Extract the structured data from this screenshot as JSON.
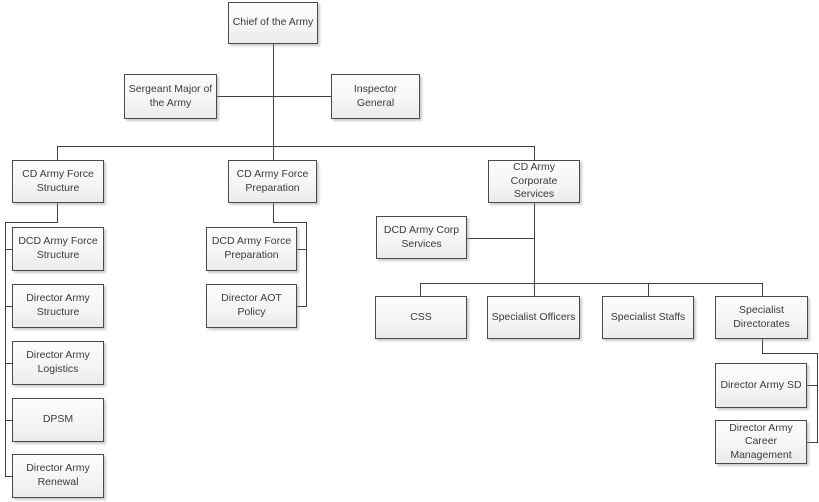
{
  "diagram": {
    "type": "org-chart",
    "colors": {
      "background": "#ffffff",
      "box_border": "#4a4a4a",
      "box_fill_top": "#fdfdfd",
      "box_fill_bottom": "#ebebeb",
      "connector_line": "#404040",
      "text": "#3b3b3b"
    },
    "nodes": {
      "chief": "Chief of the Army",
      "sergeant_major": "Sergeant Major of the Army",
      "inspector_general": "Inspector General",
      "cd_force_structure": "CD Army Force Structure",
      "cd_force_preparation": "CD Army Force Preparation",
      "cd_corporate_services": "CD Army Corporate Services",
      "dcd_force_structure": "DCD Army Force Structure",
      "dir_army_structure": "Director Army Structure",
      "dir_army_logistics": "Director Army Logistics",
      "dpsm": "DPSM",
      "dir_army_renewal": "Director Army Renewal",
      "dcd_force_preparation": "DCD Army Force Preparation",
      "dir_aot_policy": "Director AOT Policy",
      "dcd_corp_services": "DCD Army Corp Services",
      "css": "CSS",
      "specialist_officers": "Specialist Officers",
      "specialist_staffs": "Specialist Staffs",
      "specialist_directorates": "Specialist Directorates",
      "dir_army_sd": "Director Army SD",
      "dir_army_career_management": "Director Army Career Management"
    },
    "edges": [
      {
        "parent": "chief",
        "child": "sergeant_major"
      },
      {
        "parent": "chief",
        "child": "inspector_general"
      },
      {
        "parent": "chief",
        "child": "cd_force_structure"
      },
      {
        "parent": "chief",
        "child": "cd_force_preparation"
      },
      {
        "parent": "chief",
        "child": "cd_corporate_services"
      },
      {
        "parent": "cd_force_structure",
        "child": "dcd_force_structure"
      },
      {
        "parent": "cd_force_structure",
        "child": "dir_army_structure"
      },
      {
        "parent": "cd_force_structure",
        "child": "dir_army_logistics"
      },
      {
        "parent": "cd_force_structure",
        "child": "dpsm"
      },
      {
        "parent": "cd_force_structure",
        "child": "dir_army_renewal"
      },
      {
        "parent": "cd_force_preparation",
        "child": "dcd_force_preparation"
      },
      {
        "parent": "cd_force_preparation",
        "child": "dir_aot_policy"
      },
      {
        "parent": "cd_corporate_services",
        "child": "dcd_corp_services"
      },
      {
        "parent": "cd_corporate_services",
        "child": "css"
      },
      {
        "parent": "cd_corporate_services",
        "child": "specialist_officers"
      },
      {
        "parent": "cd_corporate_services",
        "child": "specialist_staffs"
      },
      {
        "parent": "cd_corporate_services",
        "child": "specialist_directorates"
      },
      {
        "parent": "specialist_directorates",
        "child": "dir_army_sd"
      },
      {
        "parent": "specialist_directorates",
        "child": "dir_army_career_management"
      }
    ]
  }
}
